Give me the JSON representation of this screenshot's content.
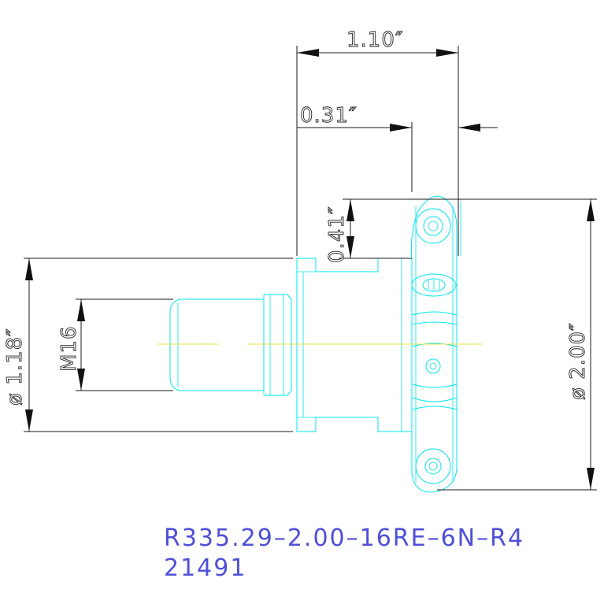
{
  "dimensions": {
    "overall_length": "1.10″",
    "offset": "0.31″",
    "cutter_depth": "0.41″",
    "shank_diameter": "ø 1.18″",
    "thread": "M16",
    "cutter_diameter": "ø 2.00″"
  },
  "part": {
    "number": "R335.29–2.00–16RE–6N–R4",
    "id": "21491"
  },
  "colors": {
    "geometry": "#00e5f0",
    "dimension_lines": "#1a1a1a",
    "centerline": "#e6e640",
    "part_text": "#4f4fd9"
  }
}
